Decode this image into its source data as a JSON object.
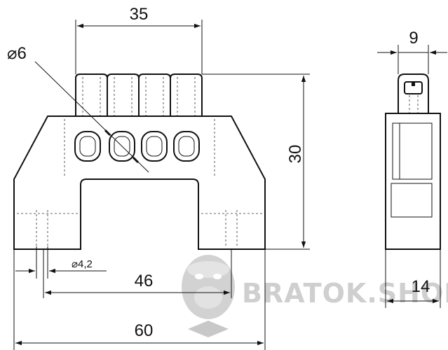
{
  "dimensions": {
    "width_top": "35",
    "hole_diameter": "⌀6",
    "side_width": "9",
    "height": "30",
    "mount_hole": "⌀4,2",
    "hole_spacing": "46",
    "total_width": "60",
    "side_depth": "14"
  },
  "watermark": {
    "text": "BRATOK.SHOP",
    "logo_icon": "gorilla-face-icon"
  },
  "colors": {
    "line": "#111111",
    "watermark": "#cfcfcf"
  }
}
